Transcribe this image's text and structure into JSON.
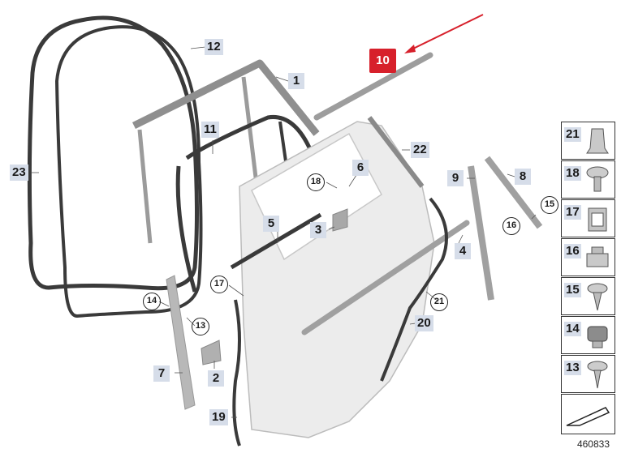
{
  "diagram_id": "460833",
  "callouts": {
    "p1": "1",
    "p2": "2",
    "p3": "3",
    "p4": "4",
    "p5": "5",
    "p6": "6",
    "p7": "7",
    "p8": "8",
    "p9": "9",
    "p10": "10",
    "p11": "11",
    "p12": "12",
    "p13": "13",
    "p14": "14",
    "p15": "15",
    "p16": "16",
    "p17": "17",
    "p18": "18",
    "p19": "19",
    "p20": "20",
    "p21": "21",
    "p22": "22",
    "p23": "23"
  },
  "legend": [
    "21",
    "18",
    "17",
    "16",
    "15",
    "14",
    "13"
  ],
  "colors": {
    "highlight": "#d7202b",
    "label_bg": "#d6dde9",
    "seal": "#3a3a3a",
    "trim": "#9a9a9a"
  }
}
